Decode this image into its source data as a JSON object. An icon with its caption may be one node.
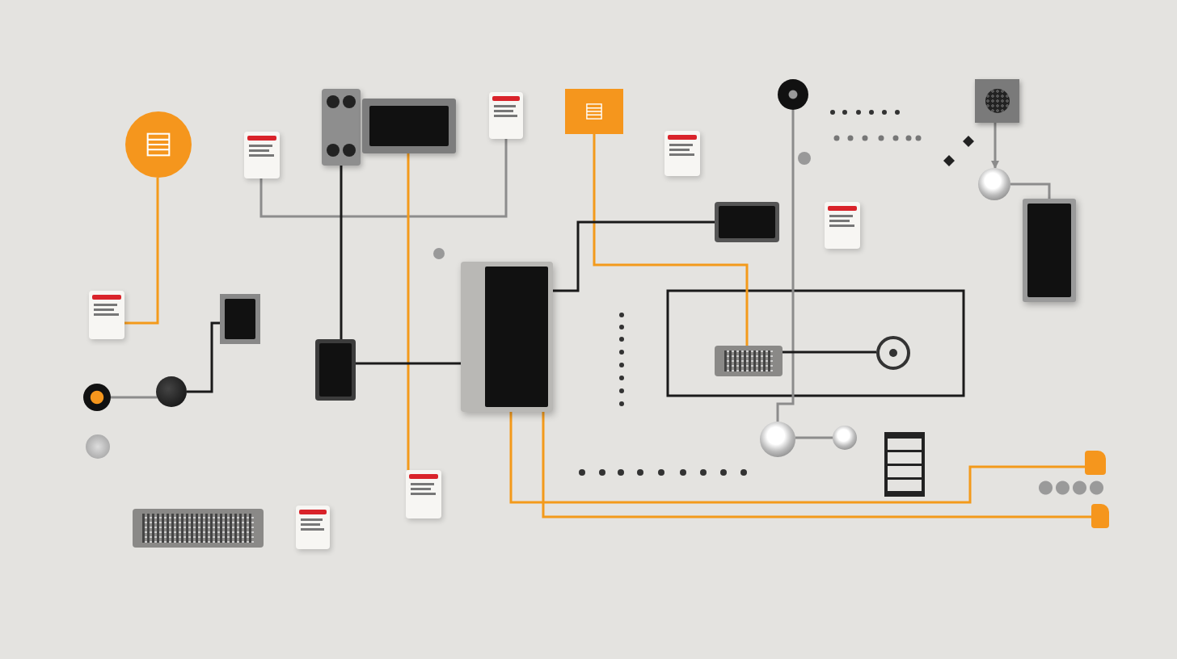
{
  "diagram": {
    "nodes": [
      {
        "text": [],
        "shape": "circle"
      },
      {
        "text": [],
        "shape": "box"
      },
      {
        "text": [],
        "shape": "picture"
      },
      {
        "text": [],
        "shape": "picture"
      },
      {
        "text": [],
        "shape": "box"
      },
      {
        "text": [],
        "shape": "box"
      },
      {
        "text": [],
        "shape": "circle"
      },
      {
        "text": [],
        "shape": "box"
      },
      {
        "text": [],
        "shape": "box"
      },
      {
        "text": [],
        "shape": "picture"
      },
      {
        "text": [],
        "shape": "box"
      },
      {
        "text": [],
        "shape": "circle"
      },
      {
        "text": [],
        "shape": "picture"
      },
      {
        "text": [],
        "shape": "box"
      },
      {
        "text": [],
        "shape": "picture"
      },
      {
        "text": [],
        "shape": "picture"
      },
      {
        "text": [],
        "shape": "picture"
      },
      {
        "text": [],
        "shape": "picture"
      },
      {
        "text": [],
        "shape": "circle"
      },
      {
        "text": [],
        "shape": "circle"
      },
      {
        "text": [],
        "shape": "circle"
      },
      {
        "text": [],
        "shape": "circle"
      },
      {
        "text": [],
        "shape": "box"
      },
      {
        "text": [],
        "shape": "box"
      },
      {
        "text": [],
        "shape": "picture"
      },
      {
        "text": [],
        "shape": "circle"
      },
      {
        "text": [],
        "shape": "circle"
      },
      {
        "text": [],
        "shape": "picture"
      },
      {
        "text": [],
        "shape": "box"
      },
      {
        "text": [],
        "shape": "picture"
      },
      {
        "text": [],
        "shape": "box"
      }
    ],
    "edges": [
      {
        "from": 0,
        "to": 13,
        "arrow": "none",
        "color": "#f39a1b"
      },
      {
        "from": 1,
        "to": 4,
        "arrow": "none",
        "color": "#8c8c8c"
      },
      {
        "from": 2,
        "to": 16,
        "arrow": "none",
        "color": "#1a1a1a"
      },
      {
        "from": 3,
        "to": 22,
        "arrow": "none",
        "color": "#f39a1b"
      },
      {
        "from": 5,
        "to": 17,
        "arrow": "none",
        "color": "#f39a1b"
      },
      {
        "from": 9,
        "to": 15,
        "arrow": "none",
        "color": "#1a1a1a"
      },
      {
        "from": 6,
        "to": 25,
        "arrow": "none",
        "color": "#8c8c8c"
      },
      {
        "from": 8,
        "to": 11,
        "arrow": "to",
        "color": "#8c8c8c"
      },
      {
        "from": 11,
        "to": 12,
        "arrow": "none",
        "color": "#8c8c8c"
      },
      {
        "from": 17,
        "to": 18,
        "arrow": "none",
        "color": "#1a1a1a"
      },
      {
        "from": 19,
        "to": 14,
        "arrow": "none",
        "color": "#1a1a1a"
      },
      {
        "from": 20,
        "to": 19,
        "arrow": "none",
        "color": "#8c8c8c"
      },
      {
        "from": 16,
        "to": 15,
        "arrow": "none",
        "color": "#1a1a1a"
      },
      {
        "from": 15,
        "to": 30,
        "arrow": "none",
        "color": "#f39a1b"
      },
      {
        "from": 15,
        "to": 28,
        "arrow": "none",
        "color": "#f39a1b"
      },
      {
        "from": 26,
        "to": 25,
        "arrow": "none",
        "color": "#8c8c8c"
      }
    ]
  }
}
